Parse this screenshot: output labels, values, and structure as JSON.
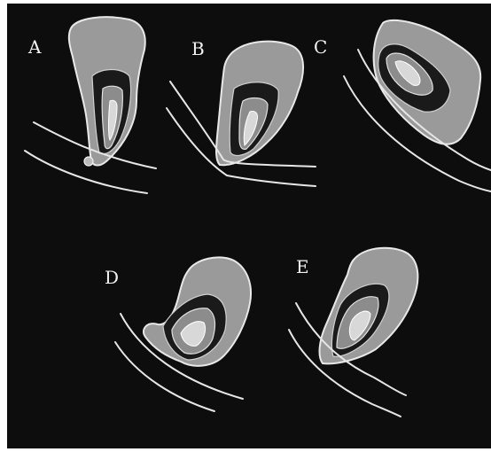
{
  "figure": {
    "panels": [
      {
        "id": "A",
        "label": "A"
      },
      {
        "id": "B",
        "label": "B"
      },
      {
        "id": "C",
        "label": "C"
      },
      {
        "id": "D",
        "label": "D"
      },
      {
        "id": "E",
        "label": "E"
      }
    ]
  },
  "colors": {
    "background": "#0d0d0d",
    "tooth_fill": "#9a9a9a",
    "outline": "#e8e8e8",
    "pulp_dark": "#1a1a1a"
  }
}
